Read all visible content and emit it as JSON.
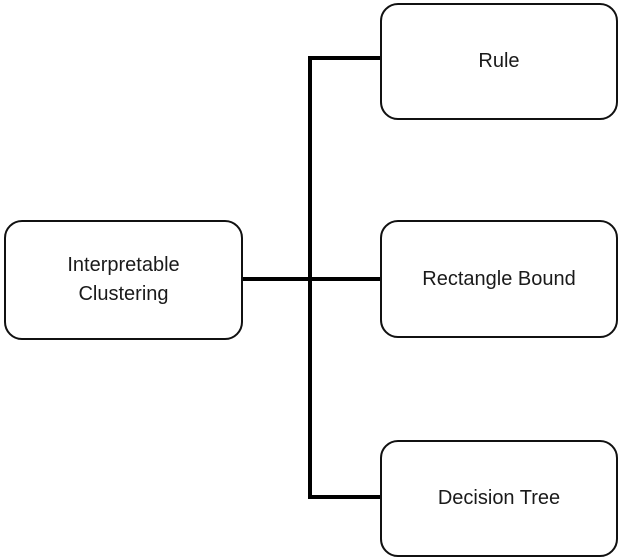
{
  "diagram": {
    "type": "tree",
    "orientation": "left-to-right",
    "root": {
      "label": "Interpretable Clustering"
    },
    "children": [
      {
        "label": "Rule"
      },
      {
        "label": "Rectangle Bound"
      },
      {
        "label": "Decision Tree"
      }
    ],
    "colors": {
      "background": "#ffffff",
      "node_fill": "#ffffff",
      "node_border": "#111111",
      "connector": "#000000",
      "text": "#1a1a1a"
    }
  }
}
